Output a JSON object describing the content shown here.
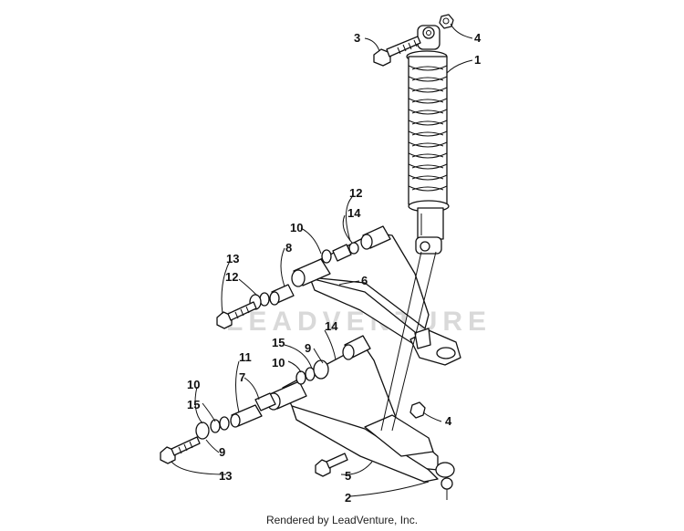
{
  "watermark": "LEADVENTURE",
  "footer": "Rendered by LeadVenture, Inc.",
  "callouts": {
    "c3": "3",
    "c4_top": "4",
    "c1": "1",
    "c12_top": "12",
    "c14_top": "14",
    "c10_upper": "10",
    "c8": "8",
    "c13_upper": "13",
    "c12_left": "12",
    "c6": "6",
    "c14_mid": "14",
    "c15_upper": "15",
    "c9_upper": "9",
    "c10_mid": "10",
    "c11": "11",
    "c7": "7",
    "c10_lower": "10",
    "c15_lower": "15",
    "c9_lower": "9",
    "c13_lower": "13",
    "c4_right": "4",
    "c5": "5",
    "c2": "2"
  }
}
